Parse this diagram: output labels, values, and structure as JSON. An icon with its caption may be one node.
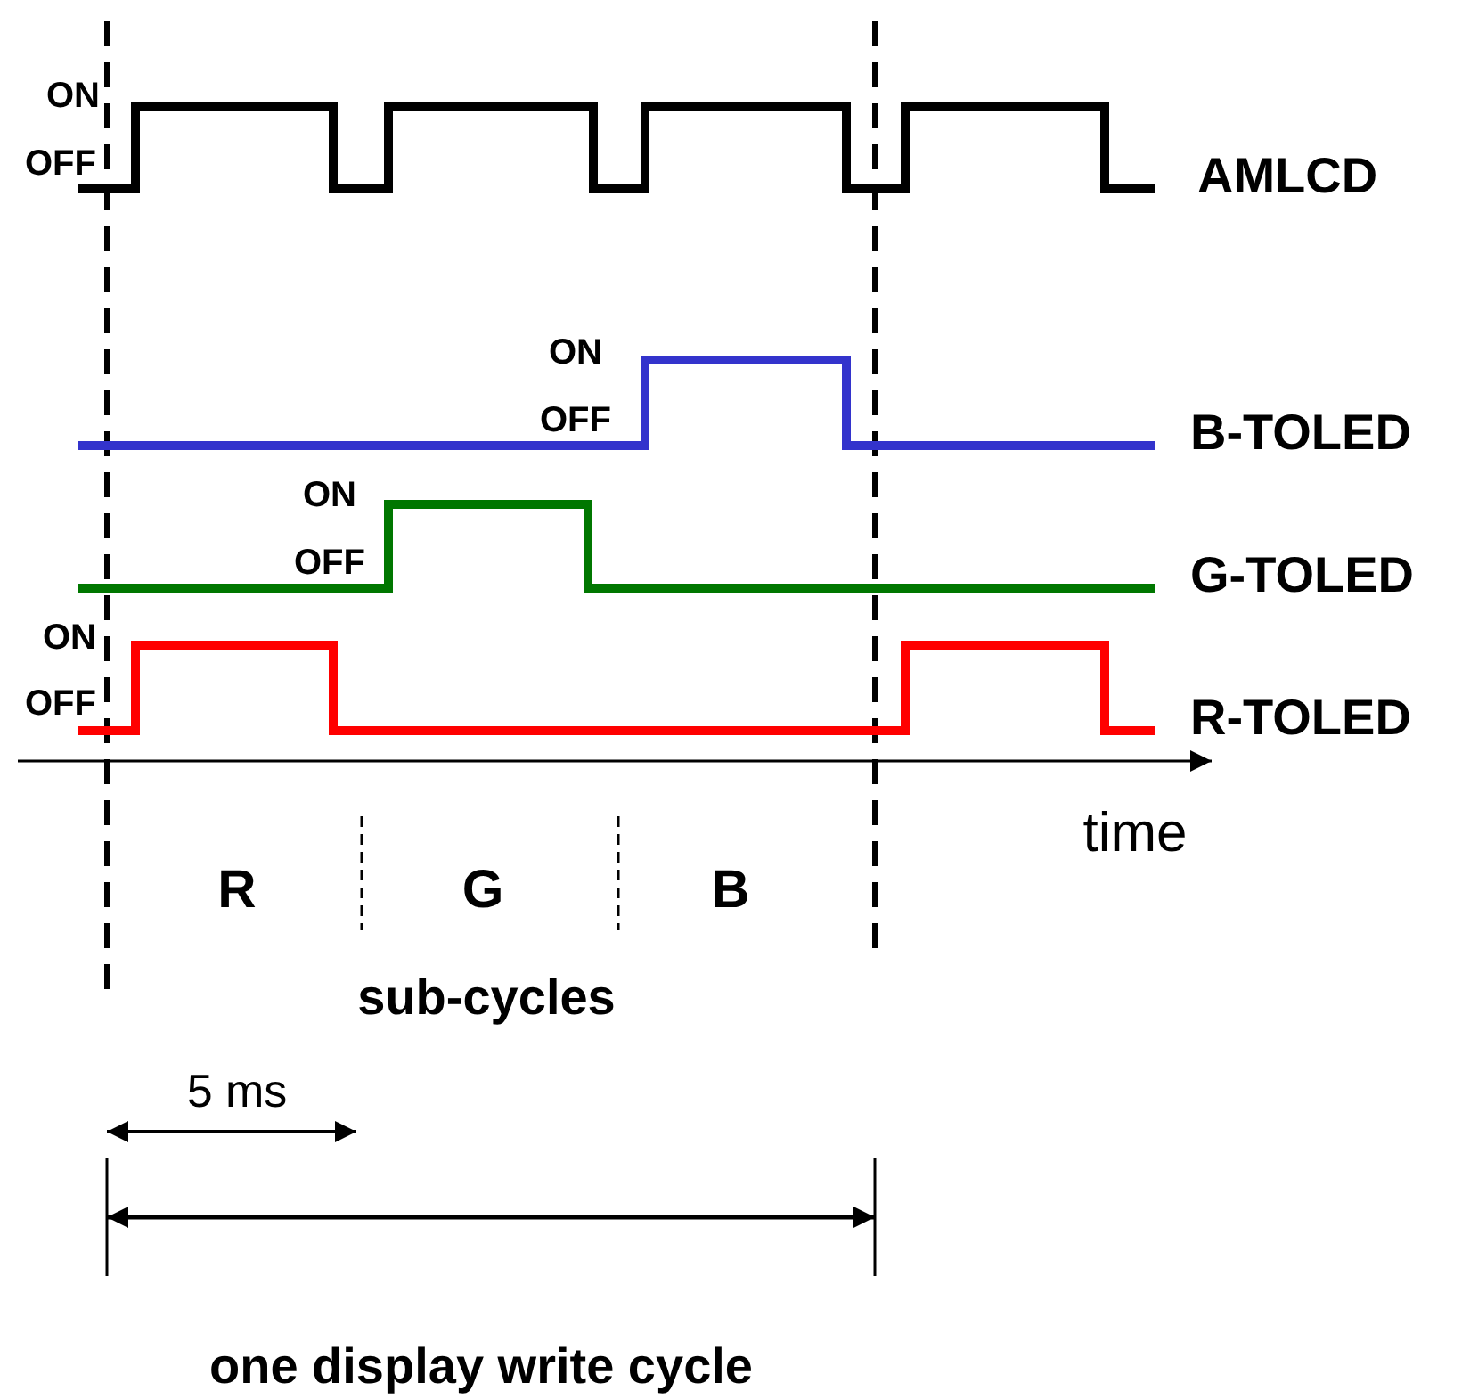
{
  "diagram": {
    "labels": [
      "ON",
      "OFF",
      "AMLCD",
      "ON",
      "OFF",
      "B-TOLED",
      "ON",
      "OFF",
      "G-TOLED",
      "ON",
      "OFF",
      "R-TOLED",
      "time",
      "R",
      "G",
      "B",
      "sub-cycles",
      "5 ms",
      "one display write cycle"
    ]
  }
}
